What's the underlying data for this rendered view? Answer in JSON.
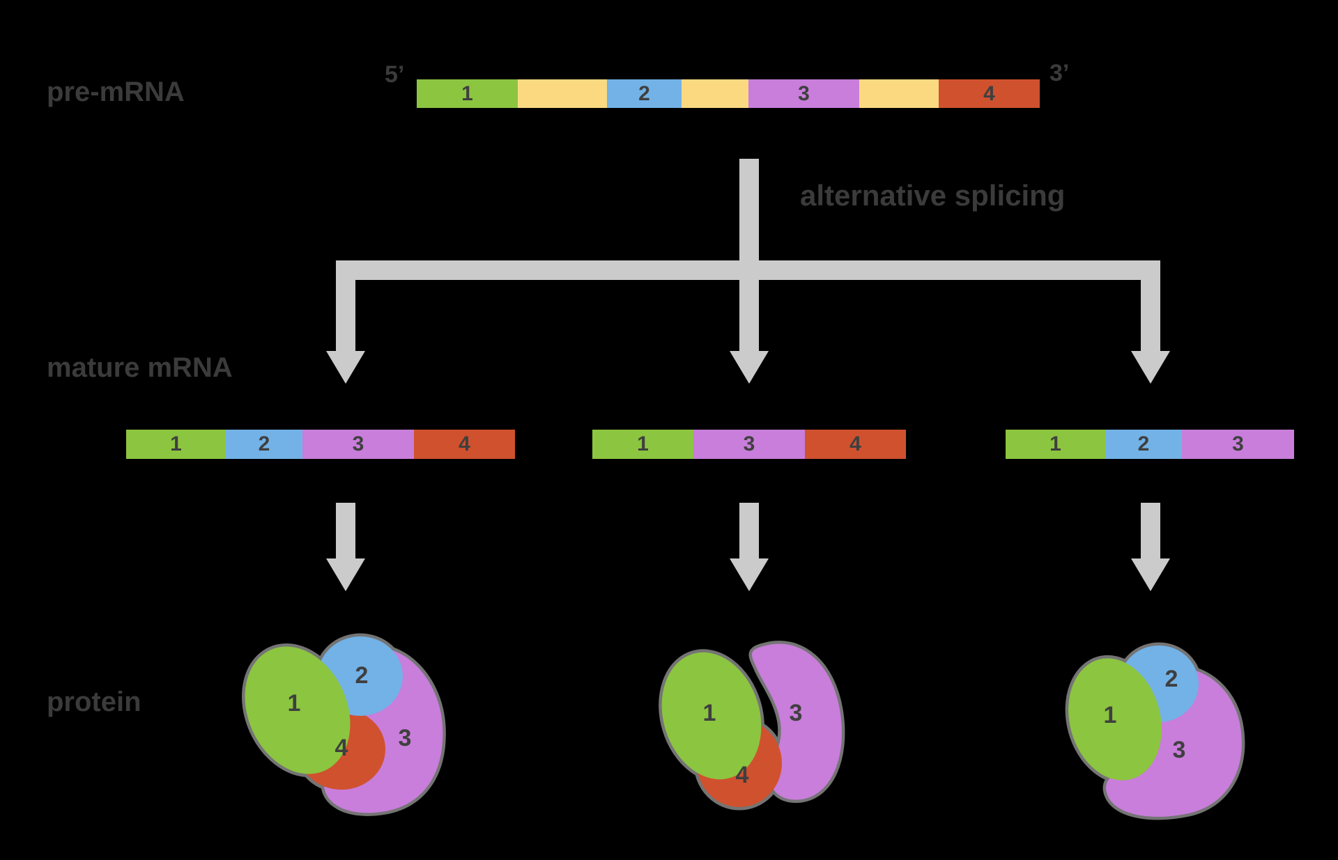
{
  "diagram": {
    "background": "#000000",
    "colors": {
      "green": "#8CC540",
      "yellow": "#FAD981",
      "blue": "#72B2E7",
      "purple": "#C87EDA",
      "red": "#D0512E",
      "arrow": "#CBCBCB",
      "outline": "#747474",
      "label_text": "#3B3B3B",
      "number_text": "#3F3F3F",
      "background": "#000000"
    },
    "labels": {
      "pre_mrna": "pre-mRNA",
      "mature_mrna": "mature mRNA",
      "protein": "protein",
      "process": "alternative splicing",
      "five_prime": "5’",
      "three_prime": "3’"
    },
    "pre_mrna": {
      "name": "pre-mRNA strand",
      "segments": [
        {
          "type": "exon",
          "label": "1",
          "color": "green",
          "width": 145
        },
        {
          "type": "intron",
          "color": "yellow",
          "width": 128
        },
        {
          "type": "exon",
          "label": "2",
          "color": "blue",
          "width": 107
        },
        {
          "type": "intron",
          "color": "yellow",
          "width": 96
        },
        {
          "type": "exon",
          "label": "3",
          "color": "purple",
          "width": 159
        },
        {
          "type": "intron",
          "color": "yellow",
          "width": 114
        },
        {
          "type": "exon",
          "label": "4",
          "color": "red",
          "width": 145
        }
      ]
    },
    "mature_mrnas": [
      {
        "name": "mature mRNA variant 1",
        "segments": [
          {
            "type": "exon",
            "label": "1",
            "color": "green",
            "width": 143
          },
          {
            "type": "exon",
            "label": "2",
            "color": "blue",
            "width": 110
          },
          {
            "type": "exon",
            "label": "3",
            "color": "purple",
            "width": 160
          },
          {
            "type": "exon",
            "label": "4",
            "color": "red",
            "width": 145
          }
        ]
      },
      {
        "name": "mature mRNA variant 2",
        "segments": [
          {
            "type": "exon",
            "label": "1",
            "color": "green",
            "width": 145
          },
          {
            "type": "exon",
            "label": "3",
            "color": "purple",
            "width": 160
          },
          {
            "type": "exon",
            "label": "4",
            "color": "red",
            "width": 145
          }
        ]
      },
      {
        "name": "mature mRNA variant 3",
        "segments": [
          {
            "type": "exon",
            "label": "1",
            "color": "green",
            "width": 143
          },
          {
            "type": "exon",
            "label": "2",
            "color": "blue",
            "width": 110
          },
          {
            "type": "exon",
            "label": "3",
            "color": "purple",
            "width": 161
          }
        ]
      }
    ],
    "proteins": [
      {
        "name": "protein variant 1",
        "domains": [
          "1",
          "2",
          "3",
          "4"
        ]
      },
      {
        "name": "protein variant 2",
        "domains": [
          "1",
          "3",
          "4"
        ]
      },
      {
        "name": "protein variant 3",
        "domains": [
          "1",
          "2",
          "3"
        ]
      }
    ]
  }
}
